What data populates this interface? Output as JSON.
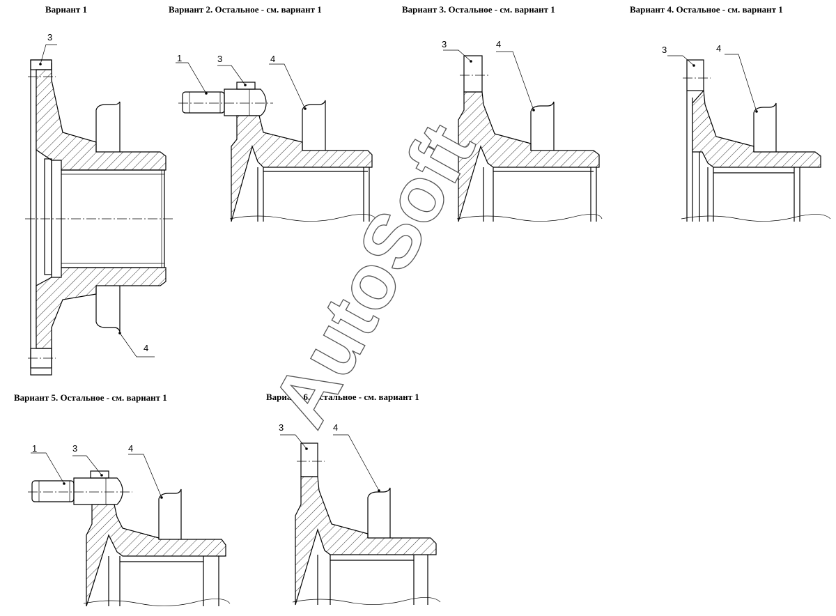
{
  "titles": {
    "v1": "Вариант 1",
    "v2": "Вариант 2. Остальное - см. вариант 1",
    "v3": "Вариант 3. Остальное - см. вариант 1",
    "v4": "Вариант 4. Остальное - см. вариант 1",
    "v5": "Вариант 5. Остальное - см. вариант 1",
    "v6": "Вариант 6. Остальное - см. вариант 1"
  },
  "callouts": {
    "c1": "1",
    "c3": "3",
    "c4": "4"
  },
  "watermark": "AutoSoft"
}
